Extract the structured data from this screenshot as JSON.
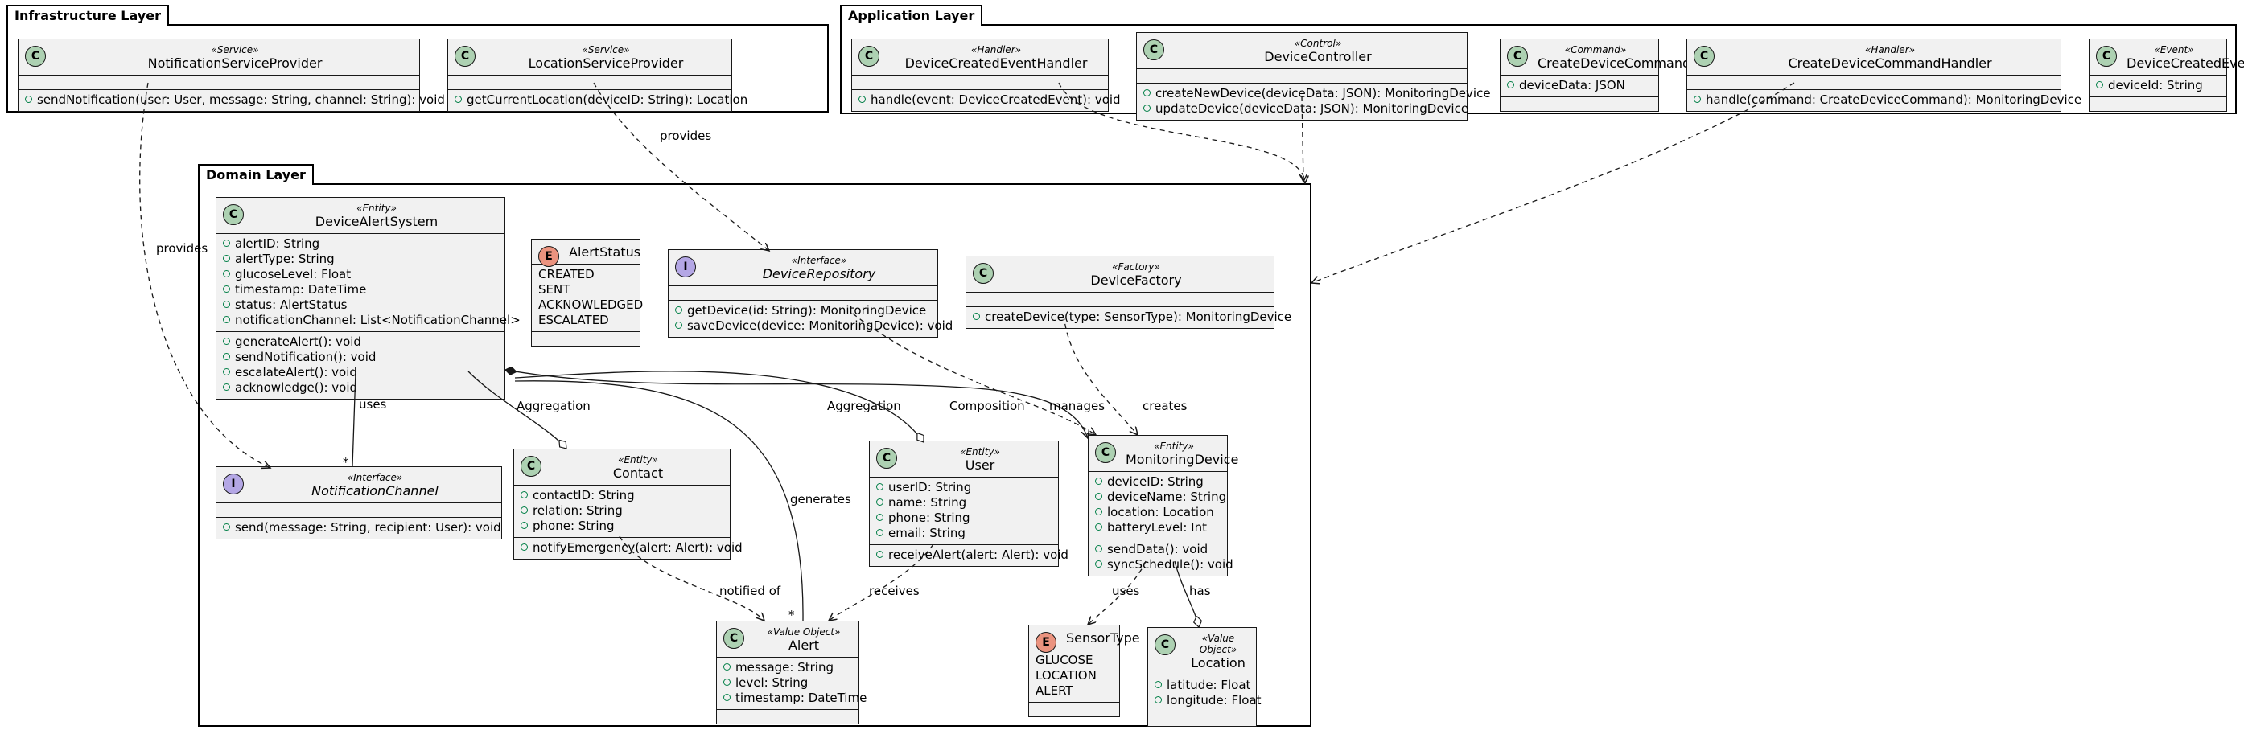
{
  "packages": {
    "infrastructure": "Infrastructure Layer",
    "application": "Application Layer",
    "domain": "Domain Layer"
  },
  "classes": {
    "notificationServiceProvider": {
      "stereotype": "«Service»",
      "name": "NotificationServiceProvider",
      "methods": [
        "sendNotification(user: User, message: String, channel: String): void"
      ]
    },
    "locationServiceProvider": {
      "stereotype": "«Service»",
      "name": "LocationServiceProvider",
      "methods": [
        "getCurrentLocation(deviceID: String): Location"
      ]
    },
    "deviceCreatedEventHandler": {
      "stereotype": "«Handler»",
      "name": "DeviceCreatedEventHandler",
      "methods": [
        "handle(event: DeviceCreatedEvent): void"
      ]
    },
    "deviceController": {
      "stereotype": "«Control»",
      "name": "DeviceController",
      "methods": [
        "createNewDevice(deviceData: JSON): MonitoringDevice",
        "updateDevice(deviceData: JSON): MonitoringDevice"
      ]
    },
    "createDeviceCommand": {
      "stereotype": "«Command»",
      "name": "CreateDeviceCommand",
      "fields": [
        "deviceData: JSON"
      ]
    },
    "createDeviceCommandHandler": {
      "stereotype": "«Handler»",
      "name": "CreateDeviceCommandHandler",
      "methods": [
        "handle(command: CreateDeviceCommand): MonitoringDevice"
      ]
    },
    "deviceCreatedEvent": {
      "stereotype": "«Event»",
      "name": "DeviceCreatedEvent",
      "fields": [
        "deviceId: String"
      ]
    },
    "deviceAlertSystem": {
      "stereotype": "«Entity»",
      "name": "DeviceAlertSystem",
      "fields": [
        "alertID: String",
        "alertType: String",
        "glucoseLevel: Float",
        "timestamp: DateTime",
        "status: AlertStatus",
        "notificationChannel: List<NotificationChannel>"
      ],
      "methods": [
        "generateAlert(): void",
        "sendNotification(): void",
        "escalateAlert(): void",
        "acknowledge(): void"
      ]
    },
    "alertStatus": {
      "name": "AlertStatus",
      "literals": [
        "CREATED",
        "SENT",
        "ACKNOWLEDGED",
        "ESCALATED"
      ]
    },
    "deviceRepository": {
      "stereotype": "«Interface»",
      "name": "DeviceRepository",
      "methods": [
        "getDevice(id: String): MonitoringDevice",
        "saveDevice(device: MonitoringDevice): void"
      ]
    },
    "deviceFactory": {
      "stereotype": "«Factory»",
      "name": "DeviceFactory",
      "methods": [
        "createDevice(type: SensorType): MonitoringDevice"
      ]
    },
    "notificationChannel": {
      "stereotype": "«Interface»",
      "name": "NotificationChannel",
      "methods": [
        "send(message: String, recipient: User): void"
      ]
    },
    "contact": {
      "stereotype": "«Entity»",
      "name": "Contact",
      "fields": [
        "contactID: String",
        "relation: String",
        "phone: String"
      ],
      "methods": [
        "notifyEmergency(alert: Alert): void"
      ]
    },
    "user": {
      "stereotype": "«Entity»",
      "name": "User",
      "fields": [
        "userID: String",
        "name: String",
        "phone: String",
        "email: String"
      ],
      "methods": [
        "receiveAlert(alert: Alert): void"
      ]
    },
    "monitoringDevice": {
      "stereotype": "«Entity»",
      "name": "MonitoringDevice",
      "fields": [
        "deviceID: String",
        "deviceName: String",
        "location: Location",
        "batteryLevel: Int"
      ],
      "methods": [
        "sendData(): void",
        "syncSchedule(): void"
      ]
    },
    "alert": {
      "stereotype": "«Value Object»",
      "name": "Alert",
      "fields": [
        "message: String",
        "level: String",
        "timestamp: DateTime"
      ]
    },
    "sensorType": {
      "name": "SensorType",
      "literals": [
        "GLUCOSE",
        "LOCATION",
        "ALERT"
      ]
    },
    "location": {
      "stereotype": "«Value Object»",
      "name": "Location",
      "fields": [
        "latitude: Float",
        "longitude: Float"
      ]
    }
  },
  "labels": {
    "provides1": "provides",
    "provides2": "provides",
    "uses1": "uses",
    "many1": "*",
    "aggregation1": "Aggregation",
    "aggregation2": "Aggregation",
    "composition": "Composition",
    "generates": "generates",
    "many2": "*",
    "manages": "manages",
    "creates": "creates",
    "notifiedOf": "notified of",
    "receives": "receives",
    "uses2": "uses",
    "has": "has"
  },
  "colors": {
    "classFill": "#f1f1f1",
    "classBadge": "#add1b2",
    "interfaceBadge": "#b4a7e5",
    "enumBadge": "#eb937f",
    "border": "#181818",
    "visibility": "#038048"
  }
}
